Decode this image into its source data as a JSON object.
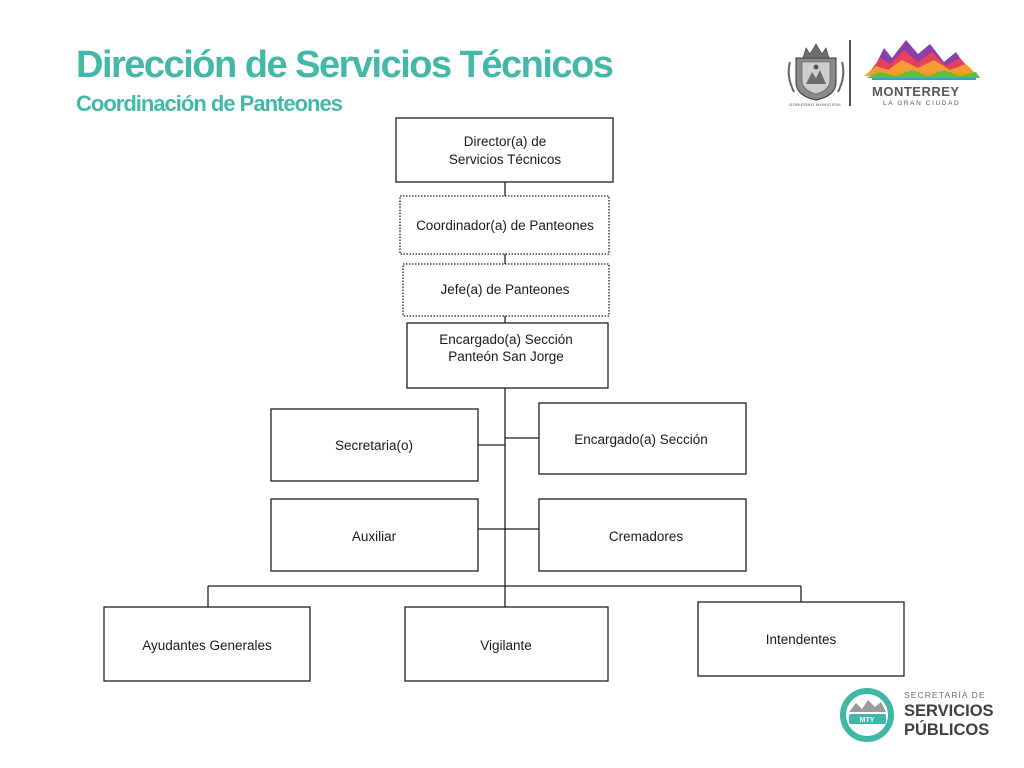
{
  "header": {
    "title": "Dirección de Servicios Técnicos",
    "subtitle": "Coordinación de Panteones"
  },
  "logos": {
    "seal_caption": "GOBIERNO MUNICIPAL",
    "city_name": "MONTERREY",
    "city_tagline": "LA GRAN CIUDAD",
    "secretaria_line1": "SECRETARÍA DE",
    "secretaria_line2": "SERVICIOS",
    "secretaria_line3": "PÚBLICOS",
    "emblem_text": "MTY"
  },
  "org_chart": {
    "nodes": [
      {
        "id": "director",
        "lines": [
          "Director(a) de",
          "Servicios Técnicos"
        ]
      },
      {
        "id": "coordinador",
        "lines": [
          "Coordinador(a) de Panteones"
        ]
      },
      {
        "id": "jefe",
        "lines": [
          "Jefe(a) de Panteones"
        ]
      },
      {
        "id": "encargado-san-jorge",
        "lines": [
          "Encargado(a) Sección",
          "Panteón San Jorge"
        ]
      },
      {
        "id": "secretaria",
        "lines": [
          "Secretaria(o)"
        ]
      },
      {
        "id": "encargado-seccion",
        "lines": [
          "Encargado(a) Sección"
        ]
      },
      {
        "id": "auxiliar",
        "lines": [
          "Auxiliar"
        ]
      },
      {
        "id": "cremadores",
        "lines": [
          "Cremadores"
        ]
      },
      {
        "id": "ayudantes",
        "lines": [
          "Ayudantes Generales"
        ]
      },
      {
        "id": "vigilante",
        "lines": [
          "Vigilante"
        ]
      },
      {
        "id": "intendentes",
        "lines": [
          "Intendentes"
        ]
      }
    ]
  },
  "colors": {
    "title": "#44b8a8",
    "emblem_teal": "#3db8a5",
    "box_border": "#1f1f1f"
  }
}
